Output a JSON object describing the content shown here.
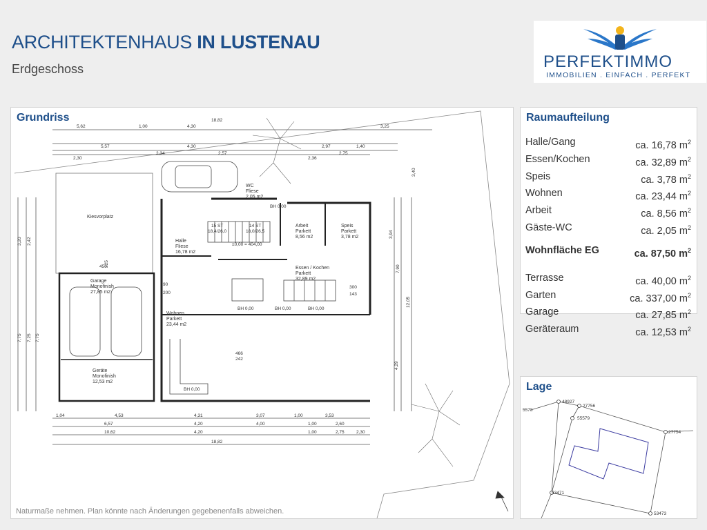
{
  "header": {
    "title_main": "ARCHITEKTENHAUS ",
    "title_bold": "IN LUSTENAU",
    "subtitle": "Erdgeschoss"
  },
  "logo": {
    "brand": "PERFEKTIMMO",
    "tagline": "IMMOBILIEN . EINFACH . PERFEKT",
    "color": "#1e4f8a"
  },
  "plan": {
    "title": "Grundriss",
    "footnote": "Naturmaße nehmen. Plan könnte nach Änderungen gegebenenfalls abweichen.",
    "labels": {
      "kiesvorplatz": "Kiesvorplatz",
      "garage": "Garage",
      "garage_floor": "Monofinish",
      "garage_area": "27,85 m2",
      "geraete": "Geräte",
      "geraete_floor": "Monofinish",
      "geraete_area": "12,53 m2",
      "halle": "Halle",
      "halle_floor": "Fliese",
      "halle_area": "16,78 m2",
      "wc": "WC",
      "wc_floor": "Fliese",
      "wc_area": "2,05 m2",
      "arbeit": "Arbeit",
      "arbeit_floor": "Parkett",
      "arbeit_area": "8,56 m2",
      "speis": "Speis",
      "speis_floor": "Parkett",
      "speis_area": "3,78 m2",
      "essen": "Essen / Kochen",
      "essen_floor": "Parkett",
      "essen_area": "32,89 m2",
      "wohnen": "Wohnen",
      "wohnen_floor": "Parkett",
      "wohnen_area": "23,44 m2",
      "level": "±0,00 = 404,00",
      "stairs1": "15 ST",
      "stairs1b": "18,4/26,0",
      "stairs2": "14 ST",
      "stairs2b": "18,0/26,5"
    },
    "dims_top": [
      "5,62",
      "1,00",
      "4,30",
      "18,82",
      "3,25",
      "5,57",
      "4,30",
      "2,97",
      "1,40",
      "2,30",
      "2,34",
      "2,57",
      "2,36",
      "2,75"
    ],
    "dims_bottom": [
      "1,04",
      "4,53",
      "4,31",
      "3,07",
      "1,00",
      "3,53",
      "6,57",
      "4,20",
      "4,00",
      "1,00",
      "2,60",
      "10,62",
      "4,20",
      "1,00",
      "2,75",
      "2,30",
      "18,82"
    ],
    "dims_left": [
      "3,20",
      "2,42",
      "7,75",
      "7,25",
      "7,75"
    ],
    "dims_right": [
      "3,94",
      "7,90",
      "12,05",
      "4,29",
      "3,40"
    ],
    "misc": [
      "BH 0,00",
      "BH 0,00",
      "BH 0,00",
      "BH 0,00",
      "BH 0,00",
      "466",
      "242",
      "450",
      "225",
      "300",
      "143",
      "90",
      "200"
    ]
  },
  "rooms": {
    "title": "Raumaufteilung",
    "unit_sup": "2",
    "list": [
      {
        "name": "Halle/Gang",
        "value": "ca. 16,78 m"
      },
      {
        "name": "Essen/Kochen",
        "value": "ca. 32,89 m"
      },
      {
        "name": "Speis",
        "value": "ca. 3,78 m"
      },
      {
        "name": "Wohnen",
        "value": "ca. 23,44 m"
      },
      {
        "name": "Arbeit",
        "value": "ca. 8,56 m"
      },
      {
        "name": "Gäste-WC",
        "value": "ca. 2,05 m"
      }
    ],
    "total": {
      "name": "Wohnfläche EG",
      "value": "ca. 87,50 m"
    },
    "extras": [
      {
        "name": "Terrasse",
        "value": "ca. 40,00 m"
      },
      {
        "name": "Garten",
        "value": "ca. 337,00 m"
      },
      {
        "name": "Garage",
        "value": "ca. 27,85 m"
      },
      {
        "name": "Geräteraum",
        "value": "ca. 12,53 m"
      }
    ]
  },
  "lage": {
    "title": "Lage",
    "parcels": [
      "48927",
      "27756",
      "5578",
      "55579",
      "27754",
      "53471",
      "53473"
    ]
  }
}
